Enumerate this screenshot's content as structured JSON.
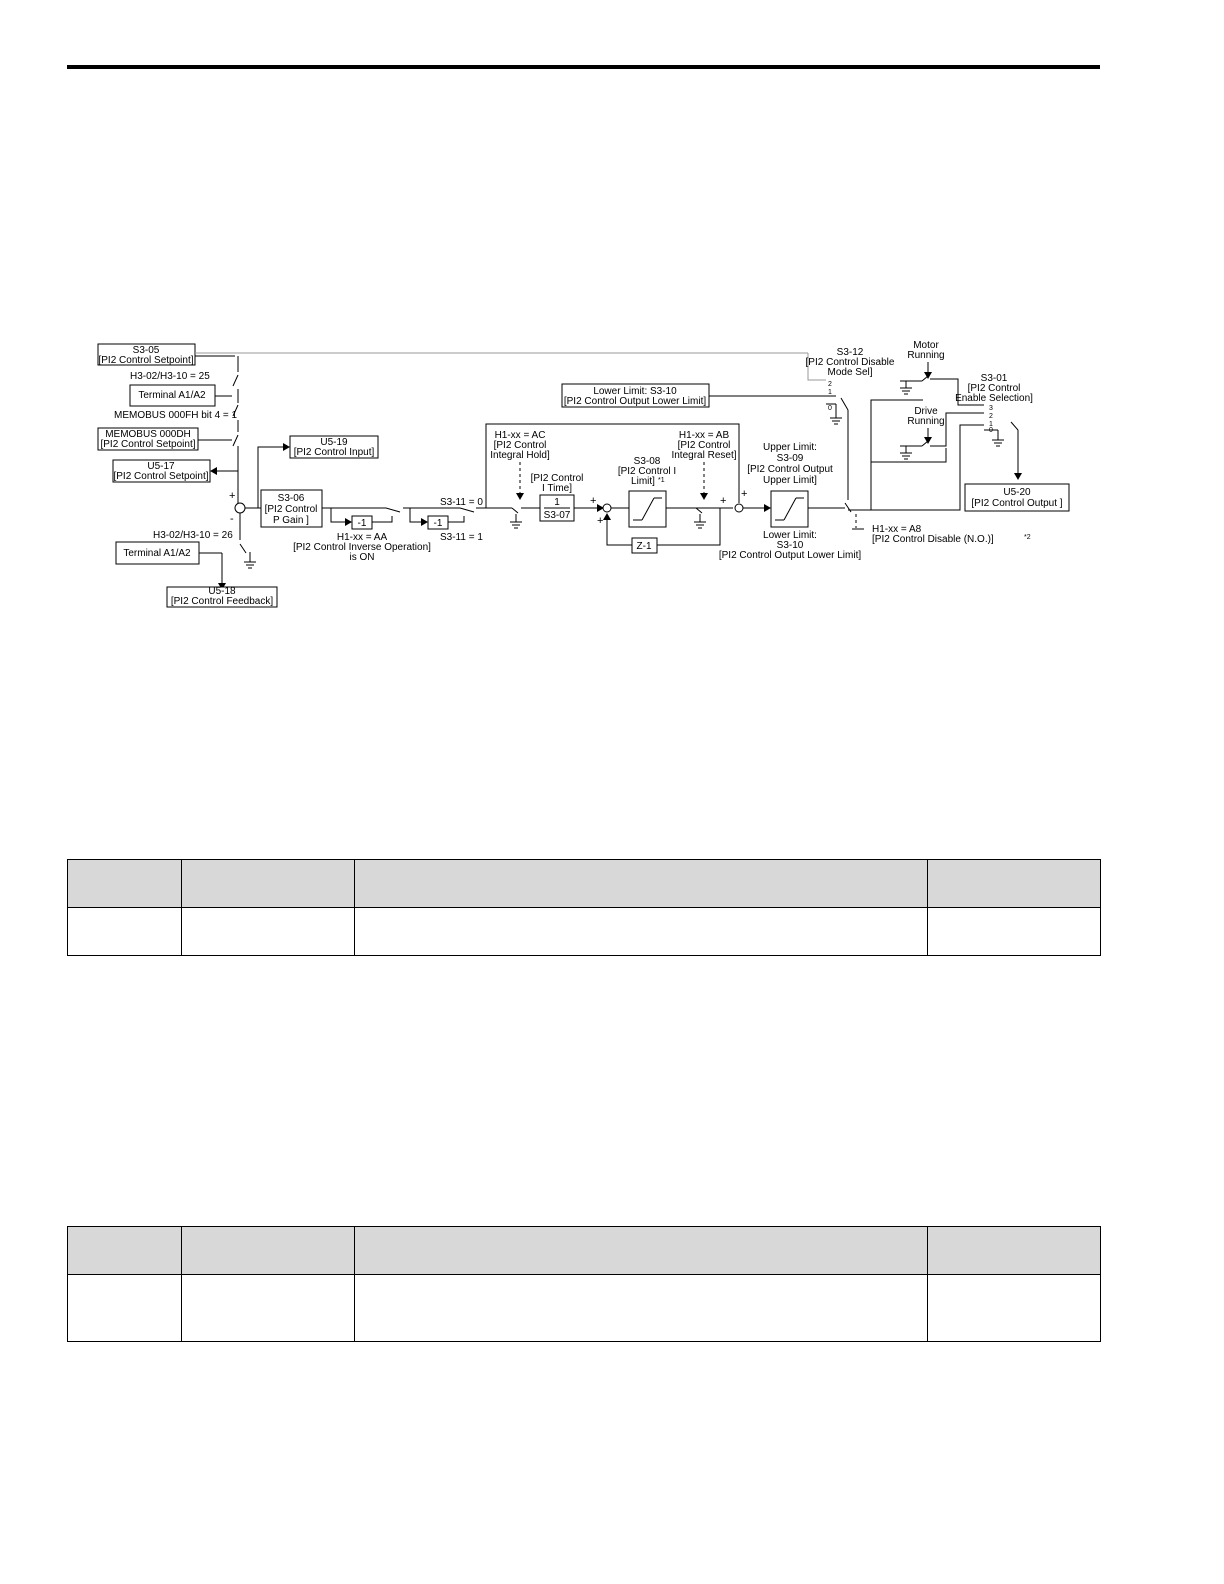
{
  "diagram": {
    "s3_05": {
      "code": "S3-05",
      "name": "[PI2 Control Setpoint]"
    },
    "h3_sel_25": "H3-02/H3-10 = 25",
    "terminal_a1a2_top": "Terminal A1/A2",
    "memobus_bit": "MEMOBUS 000FH bit 4 = 1",
    "memobus_reg": {
      "code": "MEMOBUS 000DH",
      "name": "[PI2 Control Setpoint]"
    },
    "u5_17": {
      "code": "U5-17",
      "name": "[PI2 Control Setpoint]"
    },
    "u5_19": {
      "code": "U5-19",
      "name": "[PI2 Control Input]"
    },
    "h3_sel_26": "H3-02/H3-10 = 26",
    "terminal_a1a2_bottom": "Terminal A1/A2",
    "u5_18": {
      "code": "U5-18",
      "name": "[PI2 Control Feedback]"
    },
    "s3_06": {
      "line1": "S3-06",
      "line2": "[PI2 Control",
      "line3": "P Gain ]"
    },
    "invert_block_1": "-1",
    "invert_block_2": "-1",
    "inverse_op": {
      "line1": "H1-xx = AA",
      "line2": "[PI2 Control Inverse Operation]",
      "line3": "is ON"
    },
    "s3_11_0": "S3-11 = 0",
    "s3_11_1": "S3-11 = 1",
    "integral_hold": {
      "line1": "H1-xx = AC",
      "line2": "[PI2 Control",
      "line3": "Integral Hold]"
    },
    "i_time": {
      "line1": "[PI2 Control",
      "line2": "I Time]",
      "numerator": "1",
      "denominator": "S3-07"
    },
    "s3_08": {
      "line1": "S3-08",
      "line2": "[PI2 Control I",
      "line3": "Limit]",
      "note": "*1"
    },
    "z1": "Z-1",
    "integral_reset": {
      "line1": "H1-xx = AB",
      "line2": "[PI2 Control",
      "line3": "Integral Reset]"
    },
    "upper_limit": {
      "line1": "Upper Limit:",
      "line2": "S3-09",
      "line3": "[PI2 Control Output",
      "line4": "Upper Limit]"
    },
    "lower_limit_block": {
      "line1": "Lower Limit:",
      "line2": "S3-10",
      "line3": "[PI2 Control Output Lower Limit]"
    },
    "lower_limit_box": {
      "line1": "Lower Limit: S3-10",
      "line2": "[PI2 Control Output Lower Limit]"
    },
    "s3_12": {
      "line1": "S3-12",
      "line2": "[PI2 Control Disable",
      "line3": "Mode Sel]"
    },
    "s3_12_positions": [
      "2",
      "1",
      "0"
    ],
    "disable_input": {
      "line1": "H1-xx = A8",
      "line2": "[PI2 Control Disable (N.O.)]",
      "note": "*2"
    },
    "motor_running": {
      "line1": "Motor",
      "line2": "Running"
    },
    "drive_running": {
      "line1": "Drive",
      "line2": "Running"
    },
    "s3_01": {
      "line1": "S3-01",
      "line2": "[PI2 Control",
      "line3": "Enable Selection]"
    },
    "s3_01_positions": [
      "3",
      "2",
      "1",
      "0"
    ],
    "u5_20": {
      "code": "U5-20",
      "name": "[PI2 Control Output ]"
    },
    "signs": {
      "plus": "+",
      "minus": "-"
    }
  },
  "tables": [
    {
      "headers": [
        "",
        "",
        "",
        ""
      ],
      "rows": [
        [
          "",
          "",
          "",
          ""
        ]
      ]
    },
    {
      "headers": [
        "",
        "",
        "",
        ""
      ],
      "rows": [
        [
          "",
          "",
          "",
          ""
        ]
      ]
    }
  ]
}
